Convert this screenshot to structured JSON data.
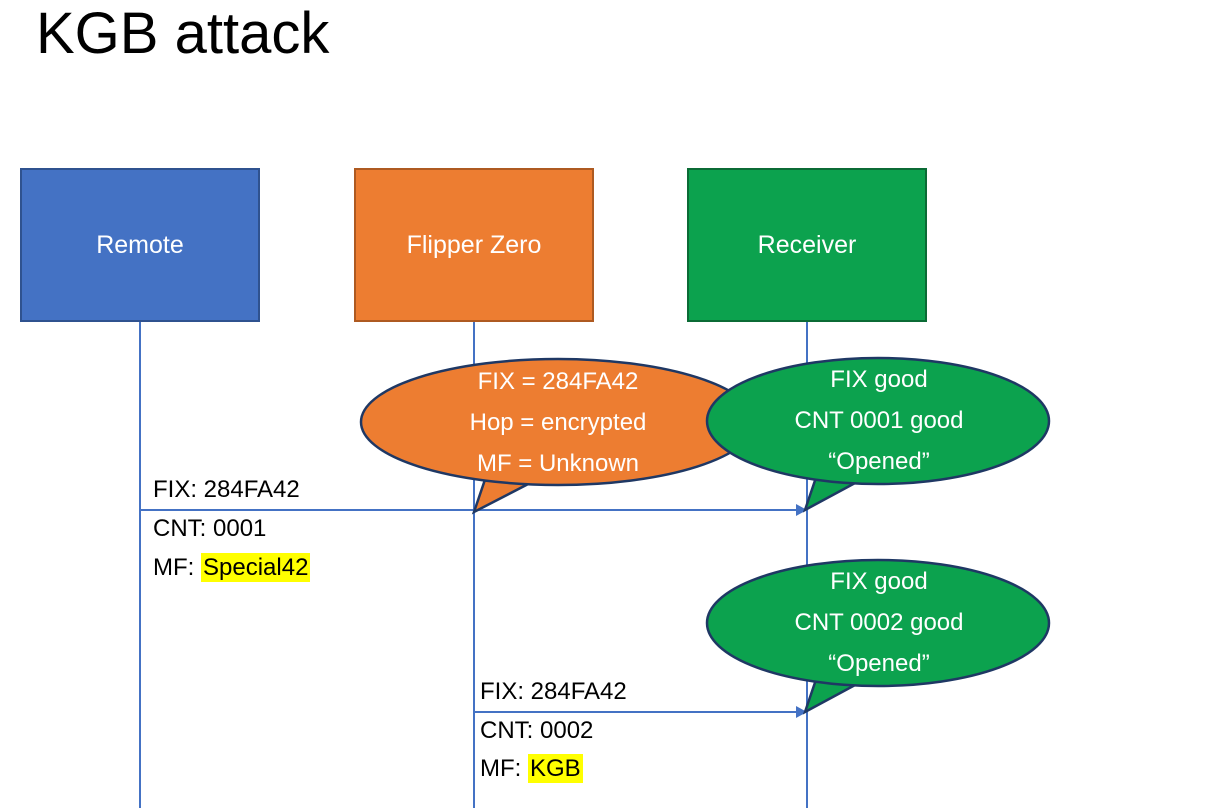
{
  "title": "KGB attack",
  "actors": [
    {
      "label": "Remote"
    },
    {
      "label": "Flipper Zero"
    },
    {
      "label": "Receiver"
    }
  ],
  "bubbles": [
    {
      "owner": "flipper",
      "lines": [
        "FIX = 284FA42",
        "Hop = encrypted",
        "MF = Unknown"
      ]
    },
    {
      "owner": "receiver",
      "lines": [
        "FIX good",
        "CNT 0001 good",
        "“Opened”"
      ]
    },
    {
      "owner": "receiver",
      "lines": [
        "FIX good",
        "CNT 0002 good",
        "“Opened”"
      ]
    }
  ],
  "messages": [
    {
      "from": "Remote",
      "to": "Receiver",
      "line1": "FIX: 284FA42",
      "line2": "CNT: 0001",
      "line3_prefix": "MF: ",
      "line3_highlight": "Special42"
    },
    {
      "from": "Flipper Zero",
      "to": "Receiver",
      "line1": "FIX: 284FA42",
      "line2": "CNT: 0002",
      "line3_prefix": "MF: ",
      "line3_highlight": "KGB"
    }
  ],
  "colors": {
    "remote_blue": "#4472C4",
    "flipper_orange": "#ED7D31",
    "receiver_green": "#0CA24E",
    "bubble_outline": "#1F3864",
    "highlight_yellow": "#FFFF00",
    "arrow_blue": "#4472C4",
    "title_black": "#000000"
  }
}
